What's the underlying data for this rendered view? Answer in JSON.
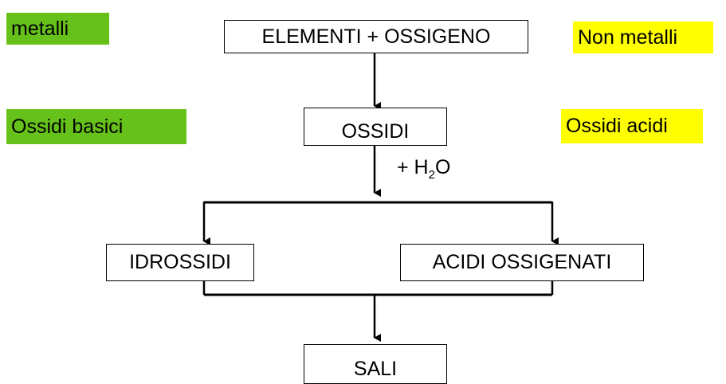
{
  "nodes": {
    "elements": "ELEMENTI + OSSIGENO",
    "oxides": "OSSIDI",
    "hydroxides": "IDROSSIDI",
    "oxyacids": "ACIDI OSSIGENATI",
    "salts": "SALI"
  },
  "labels": {
    "metals": "metalli",
    "nonmetals": "Non metalli",
    "basic_oxides": "Ossidi basici",
    "acidic_oxides": "Ossidi acidi"
  },
  "reaction": {
    "prefix": "+ H",
    "subscript": "2",
    "suffix": "O"
  },
  "colors": {
    "metal_tag": "#66c21a",
    "nonmetal_tag": "#ffff00"
  }
}
